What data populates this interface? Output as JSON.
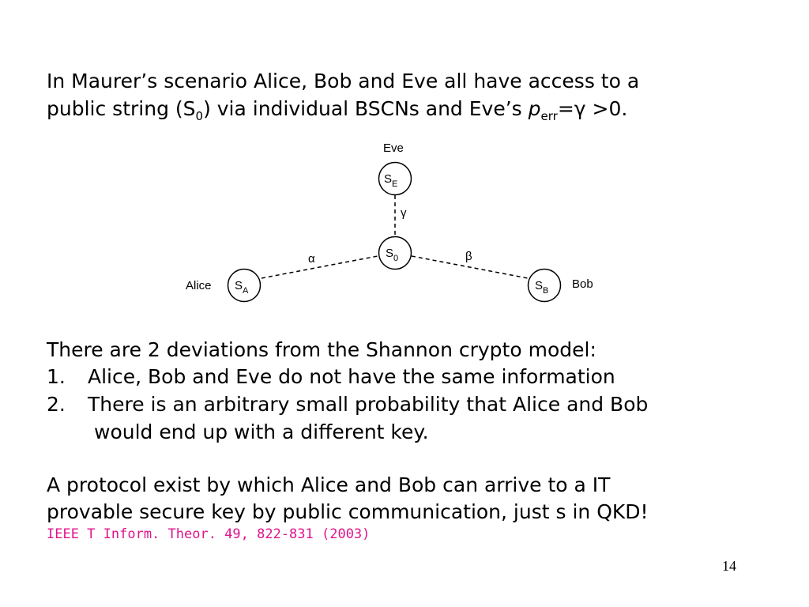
{
  "intro": {
    "line1": "In Maurer’s scenario Alice, Bob and Eve all have access to a",
    "line2_a": "public string (S",
    "line2_sub": "0",
    "line2_b": ") via individual BSCNs and Eve’s ",
    "p": "p",
    "err_sub": "err",
    "line2_c": "=γ >0."
  },
  "diagram": {
    "eve_label": "Eve",
    "alice_label": "Alice",
    "bob_label": "Bob",
    "node_s": "S",
    "sub_e": "E",
    "sub_0": "0",
    "sub_a": "A",
    "sub_b": "B",
    "alpha": "α",
    "beta": "β",
    "gamma": "γ"
  },
  "deviations": {
    "heading": "There are 2 deviations from the Shannon crypto model:",
    "items": [
      {
        "num": "1.",
        "text": "Alice, Bob and Eve do not have the same information"
      },
      {
        "num": "2.",
        "text": "There is an arbitrary small probability that Alice and Bob"
      }
    ],
    "continuation": "would end up with a different key."
  },
  "protocol": {
    "line1": "A protocol exist by which Alice and Bob can arrive to a IT",
    "line2": "provable secure key by public communication, just s in QKD!"
  },
  "reference": {
    "text": "IEEE T Inform. Theor. 49, 822-831 (2003)",
    "color": "#e0148c"
  },
  "page_number": "14"
}
